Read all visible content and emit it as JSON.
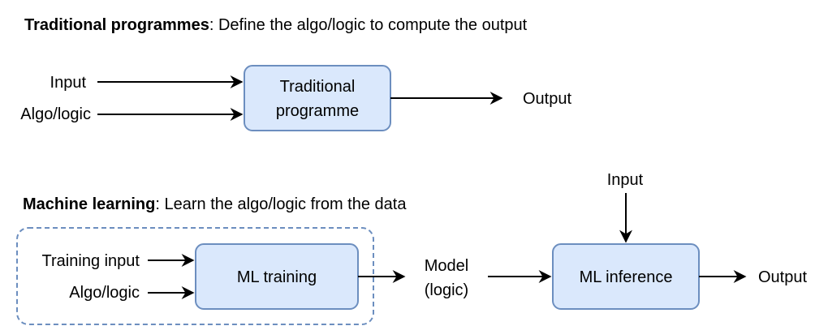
{
  "sections": {
    "traditional": {
      "title_bold": "Traditional programmes",
      "title_rest": ": Define the algo/logic to compute the output",
      "inputs": [
        "Input",
        "Algo/logic"
      ],
      "box_lines": [
        "Traditional",
        "programme"
      ],
      "output": "Output"
    },
    "ml": {
      "title_bold": "Machine learning",
      "title_rest": ": Learn the algo/logic from the data",
      "training_inputs": [
        "Training input",
        "Algo/logic"
      ],
      "training_box": "ML training",
      "model_lines": [
        "Model",
        "(logic)"
      ],
      "inference_input": "Input",
      "inference_box": "ML inference",
      "output": "Output"
    }
  },
  "colors": {
    "node_fill": "#dae8fc",
    "node_stroke": "#6c8ebf",
    "edge": "#000000"
  }
}
